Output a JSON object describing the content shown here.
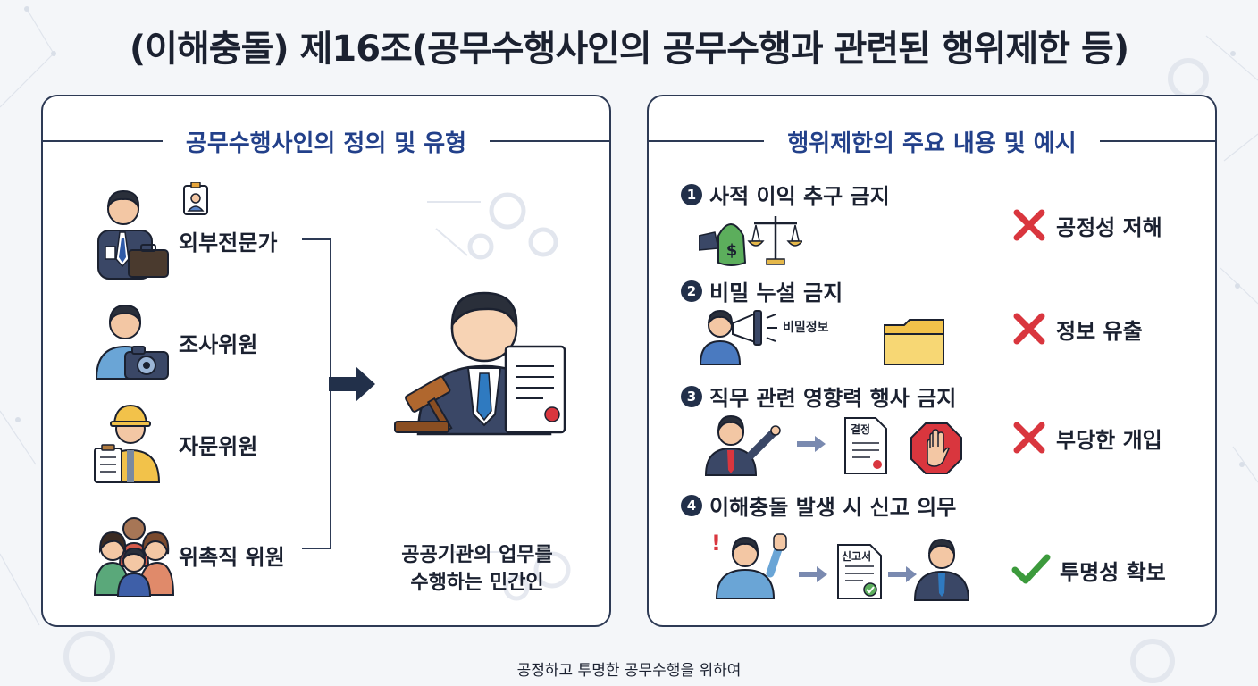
{
  "title": "(이해충돌) 제16조(공무수행사인의 공무수행과 관련된 행위제한 등)",
  "left_panel": {
    "heading": "공무수행사인의 정의 및 유형",
    "types": [
      {
        "label": "외부전문가",
        "icon": "business-person-icon"
      },
      {
        "label": "조사위원",
        "icon": "camera-person-icon"
      },
      {
        "label": "자문위원",
        "icon": "hardhat-person-icon"
      },
      {
        "label": "위촉직 위원",
        "icon": "group-people-icon"
      }
    ],
    "center_label_line1": "공공기관의 업무를",
    "center_label_line2": "수행하는 민간인"
  },
  "right_panel": {
    "heading": "행위제한의 주요 내용 및 예시",
    "items": [
      {
        "number": "1",
        "title": "사적 이익 추구 금지",
        "result": "공정성 저해",
        "result_icon": "x-mark-icon"
      },
      {
        "number": "2",
        "title": "비밀 누설 금지",
        "result": "정보 유출",
        "result_icon": "x-mark-icon",
        "tag": "비밀정보"
      },
      {
        "number": "3",
        "title": "직무 관련 영향력 행사 금지",
        "result": "부당한 개입",
        "result_icon": "x-mark-icon",
        "tag": "결정"
      },
      {
        "number": "4",
        "title": "이해충돌 발생 시 신고 의무",
        "result": "투명성 확보",
        "result_icon": "check-mark-icon",
        "tag": "신고서"
      }
    ]
  },
  "footer": "공정하고 투명한 공무수행을 위하여",
  "colors": {
    "navy": "#2d3a55",
    "heading_blue": "#22408a",
    "red": "#d9363e",
    "green": "#3c9a3c"
  }
}
